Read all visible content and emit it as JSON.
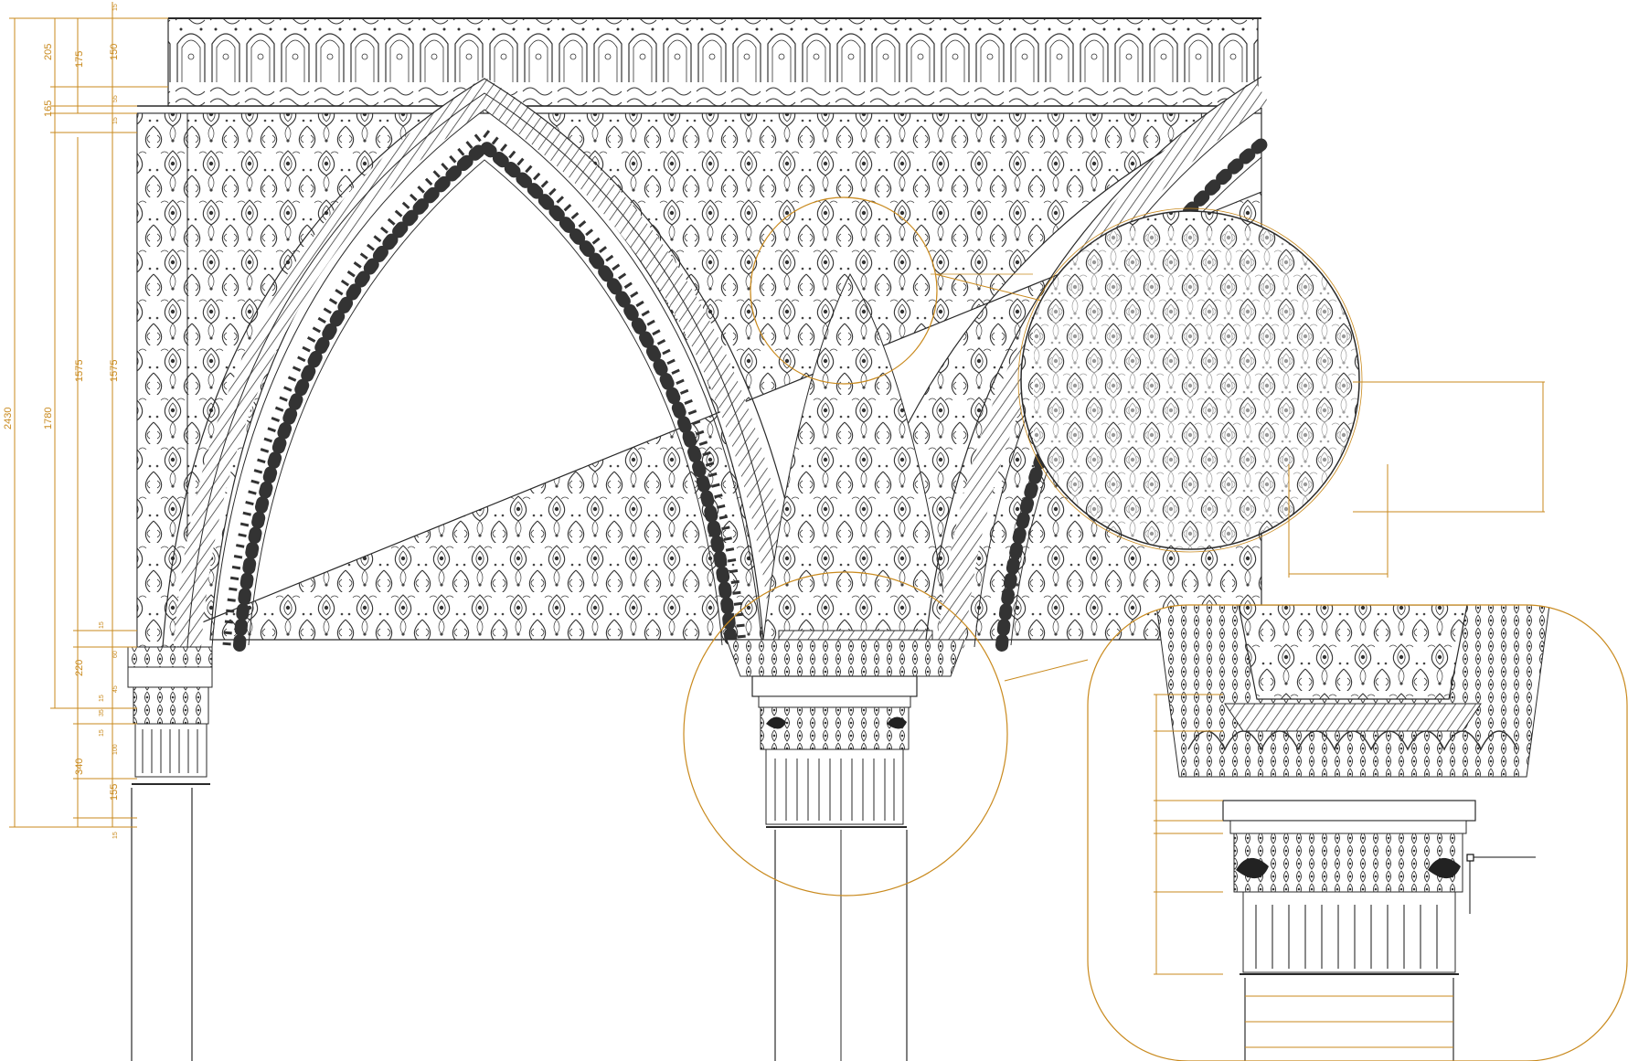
{
  "colors": {
    "background": "#ffffff",
    "line": "#2a2a2a",
    "ornament": "#3a3a3a",
    "dimension": "#c98a1e"
  },
  "dimensions": {
    "left": [
      "15",
      "150",
      "175",
      "205",
      "55",
      "15",
      "165",
      "1575",
      "1780",
      "2430",
      "15",
      "60",
      "220",
      "45",
      "15",
      "35",
      "15",
      "100",
      "340",
      "155",
      "15"
    ]
  },
  "icons": {
    "ornament": "arabesque-pattern",
    "scallop": "scalloped-arch-lobes",
    "capital": "column-capital-acanthus"
  }
}
